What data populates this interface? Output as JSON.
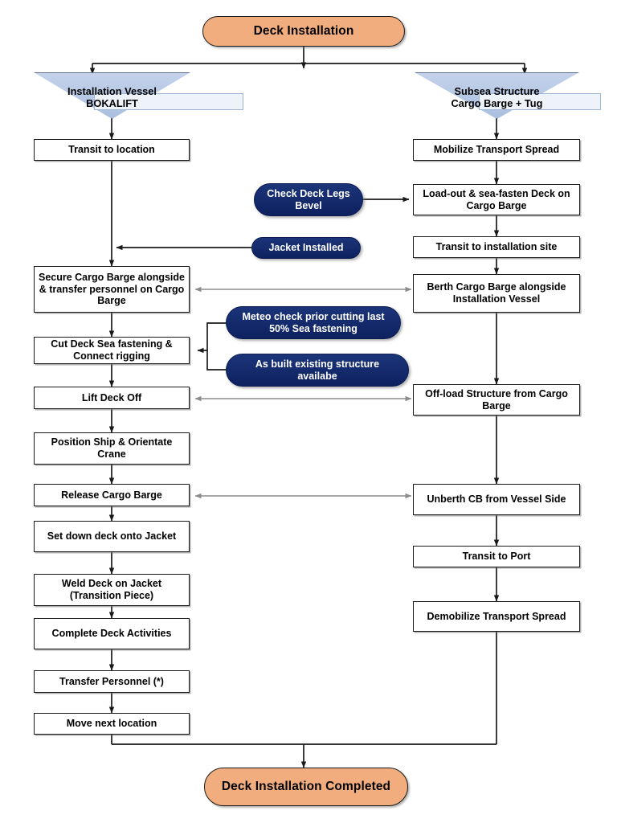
{
  "diagram": {
    "title": "Deck Installation",
    "start_label": "Deck Installation",
    "end_label": "Deck Installation Completed",
    "colors": {
      "terminator_fill": "#F2AD7F",
      "lane_fill": "#B6C7E3",
      "note_fill": "#13286B",
      "process_fill": "#FFFFFF",
      "edge_dark": "#1A1A1A",
      "edge_gray": "#8C8C8C"
    }
  },
  "lanes": [
    {
      "id": "lane-left",
      "line1": "Installation Vessel",
      "line2": "BOKALIFT"
    },
    {
      "id": "lane-right",
      "line1": "Subsea Structure",
      "line2": "Cargo Barge + Tug"
    }
  ],
  "left_column": [
    {
      "id": "transit-to-location",
      "label": "Transit to location"
    },
    {
      "id": "secure-cargo-barge",
      "label": "Secure Cargo Barge alongside & transfer personnel on Cargo Barge"
    },
    {
      "id": "cut-deck-sea-fastening",
      "label": "Cut Deck Sea fastening & Connect rigging"
    },
    {
      "id": "lift-deck-off",
      "label": "Lift Deck Off"
    },
    {
      "id": "position-ship",
      "label": "Position Ship & Orientate Crane"
    },
    {
      "id": "release-cargo-barge",
      "label": "Release Cargo Barge"
    },
    {
      "id": "set-down-deck",
      "label": "Set down deck onto Jacket"
    },
    {
      "id": "weld-deck-on-jacket",
      "label": "Weld Deck on Jacket (Transition Piece)"
    },
    {
      "id": "complete-deck",
      "label": "Complete Deck Activities"
    },
    {
      "id": "transfer-personnel",
      "label": "Transfer Personnel (*)"
    },
    {
      "id": "move-next-location",
      "label": "Move next location"
    }
  ],
  "right_column": [
    {
      "id": "mobilize-transport-spread",
      "label": "Mobilize Transport Spread"
    },
    {
      "id": "load-out-sea-fasten",
      "label": "Load-out & sea-fasten Deck on Cargo Barge"
    },
    {
      "id": "transit-to-installation",
      "label": "Transit to installation site"
    },
    {
      "id": "berth-cargo-barge",
      "label": "Berth Cargo Barge alongside Installation Vessel"
    },
    {
      "id": "off-load-structure",
      "label": "Off-load Structure from Cargo Barge"
    },
    {
      "id": "unberth-cb",
      "label": "Unberth CB from Vessel Side"
    },
    {
      "id": "transit-to-port",
      "label": "Transit to Port"
    },
    {
      "id": "demobilize-transport-spread",
      "label": "Demobilize Transport Spread"
    }
  ],
  "notes": [
    {
      "id": "check-deck-legs-bevel",
      "label": "Check Deck Legs Bevel"
    },
    {
      "id": "jacket-installed",
      "label": "Jacket Installed"
    },
    {
      "id": "meteo-check",
      "label": "Meteo check prior cutting last 50% Sea fastening"
    },
    {
      "id": "as-built-structure",
      "label": "As built existing structure availabe"
    }
  ]
}
